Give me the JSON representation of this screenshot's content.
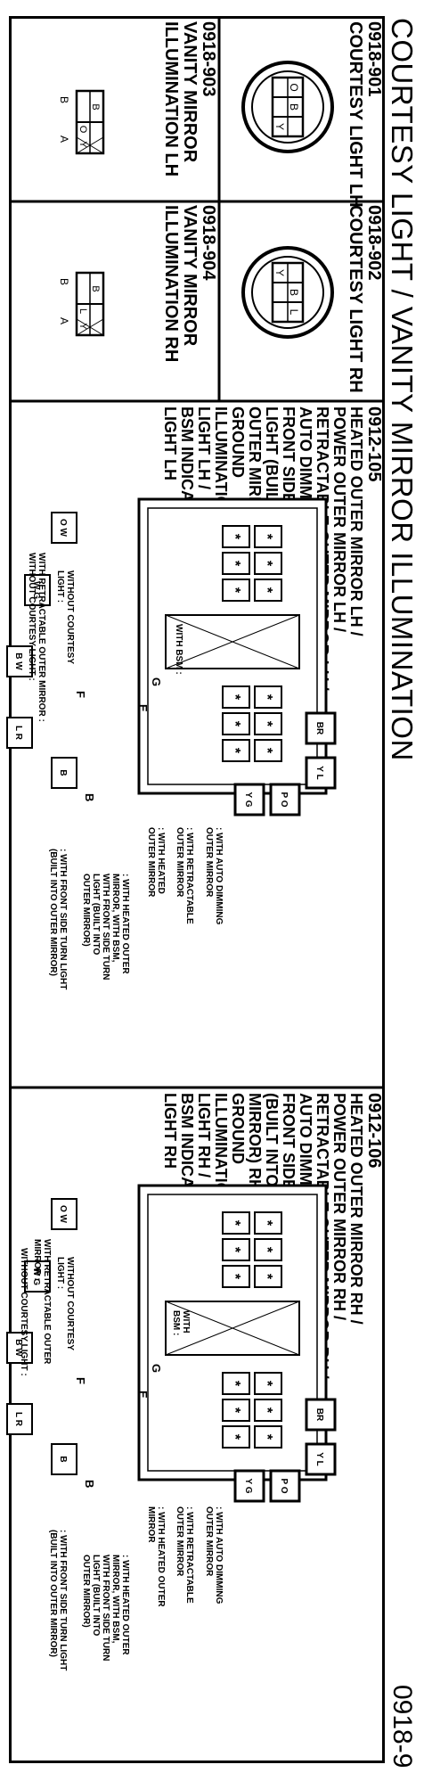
{
  "page": {
    "title": "COURTESY LIGHT / VANITY MIRROR ILLUMINATION",
    "page_number": "0918-9"
  },
  "connectors": {
    "c0918_901": {
      "code": "0918-901",
      "name": "COURTESY LIGHT LH",
      "pins": [
        "O",
        "B",
        "Y"
      ]
    },
    "c0918_902": {
      "code": "0918-902",
      "name": "COURTESY LIGHT RH",
      "pins": [
        "Y",
        "B",
        "L"
      ]
    },
    "c0918_903": {
      "code": "0918-903",
      "name": "VANITY MIRROR\nILLUMINATION LH",
      "pins": [
        "B",
        "O",
        "Y"
      ],
      "terminals": [
        "B",
        "A"
      ]
    },
    "c0918_904": {
      "code": "0918-904",
      "name": "VANITY MIRROR\nILLUMINATION RH",
      "pins": [
        "B",
        "L",
        "Y"
      ],
      "terminals": [
        "B",
        "A"
      ]
    },
    "c0912_105": {
      "code": "0912-105",
      "functions": "HEATED OUTER MIRROR LH /\nPOWER OUTER MIRROR LH /\nRETRACTABLE OUTER MIRROR LH /\nAUTO DIMMING OUTER MIRROR LH /\nFRONT SIDE TURN\nLIGHT (BUILT INTO\nOUTER MIRROR) LH /\nGROUND\nILLUMINATION\nLIGHT LH /\nBSM INDICATOR\nLIGHT LH",
      "notes": {
        "auto_dimming": ": WITH AUTO DIMMING\nOUTER MIRROR",
        "retractable": ": WITH RETRACTABLE\nOUTER MIRROR",
        "heated": ": WITH HEATED\nOUTER MIRROR",
        "with_bsm": "WITH BSM :",
        "heated_bsm": ": WITH HEATED OUTER\nMIRROR, WITH BSM,\nWITH FRONT SIDE TURN\nLIGHT (BUILT INTO\nOUTER MIRROR)",
        "front_side_turn": ": WITH FRONT SIDE TURN LIGHT\n(BUILT INTO OUTER MIRROR)",
        "without_courtesy": "WITHOUT COURTESY\nLIGHT :",
        "retractable_without_courtesy": "WITH RETRACTABLE OUTER MIRROR :\nWITHOUT COURTESY LIGHT :"
      }
    },
    "c0912_106": {
      "code": "0912-106",
      "functions": "HEATED OUTER MIRROR RH /\nPOWER OUTER MIRROR RH /\nRETRACTABLE OUTER MIRROR RH /\nAUTO DIMMING OUTER MIRROR RH /\nFRONT SIDE TURN LIGHT\n(BUILT INTO OUTER\nMIRROR) RH /\nGROUND\nILLUMINATION\nLIGHT RH /\nBSM INDICATOR\nLIGHT RH",
      "notes": {
        "auto_dimming": ": WITH AUTO DIMMING\nOUTER MIRROR",
        "retractable": ": WITH RETRACTABLE\nOUTER MIRROR",
        "heated": ": WITH HEATED OUTER\nMIRROR",
        "with_bsm": "WITH\nBSM :",
        "heated_bsm": ": WITH HEATED OUTER\nMIRROR, WITH BSM,\nWITH FRONT SIDE TURN\nLIGHT (BUILT INTO\nOUTER MIRROR)",
        "front_side_turn": ": WITH FRONT SIDE TURN LIGHT\n(BUILT INTO OUTER MIRROR)",
        "without_courtesy": "WITHOUT COURTESY\nLIGHT :",
        "retractable_outer": "WITH RETRACTABLE OUTER\nMIRROR :",
        "without_courtesy_2": "WITHOUT COURTESY LIGHT :"
      }
    }
  },
  "wire_colors": [
    "O",
    "W",
    "G",
    "B",
    "L",
    "R",
    "Y",
    "P",
    "BR"
  ],
  "cavity_labels": [
    "G",
    "E",
    "F",
    "B"
  ],
  "asterisk": "*"
}
